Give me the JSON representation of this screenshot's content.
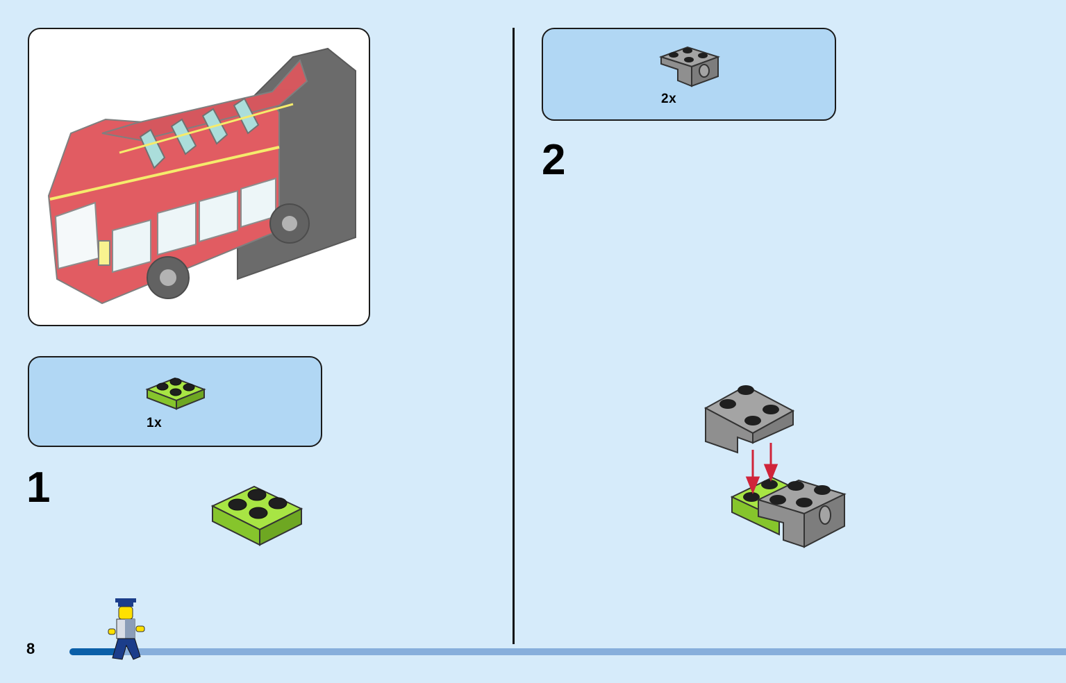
{
  "page": {
    "number": "8"
  },
  "progress": {
    "fraction": 0.05
  },
  "overview": {
    "image": "completed-double-decker-bus-model"
  },
  "steps": [
    {
      "number": "1",
      "parts": [
        {
          "name": "lime-plate-2x2",
          "quantity": "1x",
          "color": "#9ee33f"
        }
      ]
    },
    {
      "number": "2",
      "parts": [
        {
          "name": "grey-bracket-brick",
          "quantity": "2x",
          "color": "#9a9a9a"
        }
      ]
    }
  ],
  "colors": {
    "background": "#d6ebfa",
    "callout": "#b1d7f4",
    "arrow": "#d0243a",
    "progress_fill": "#0b5fa8",
    "progress_track": "#87aedb"
  }
}
